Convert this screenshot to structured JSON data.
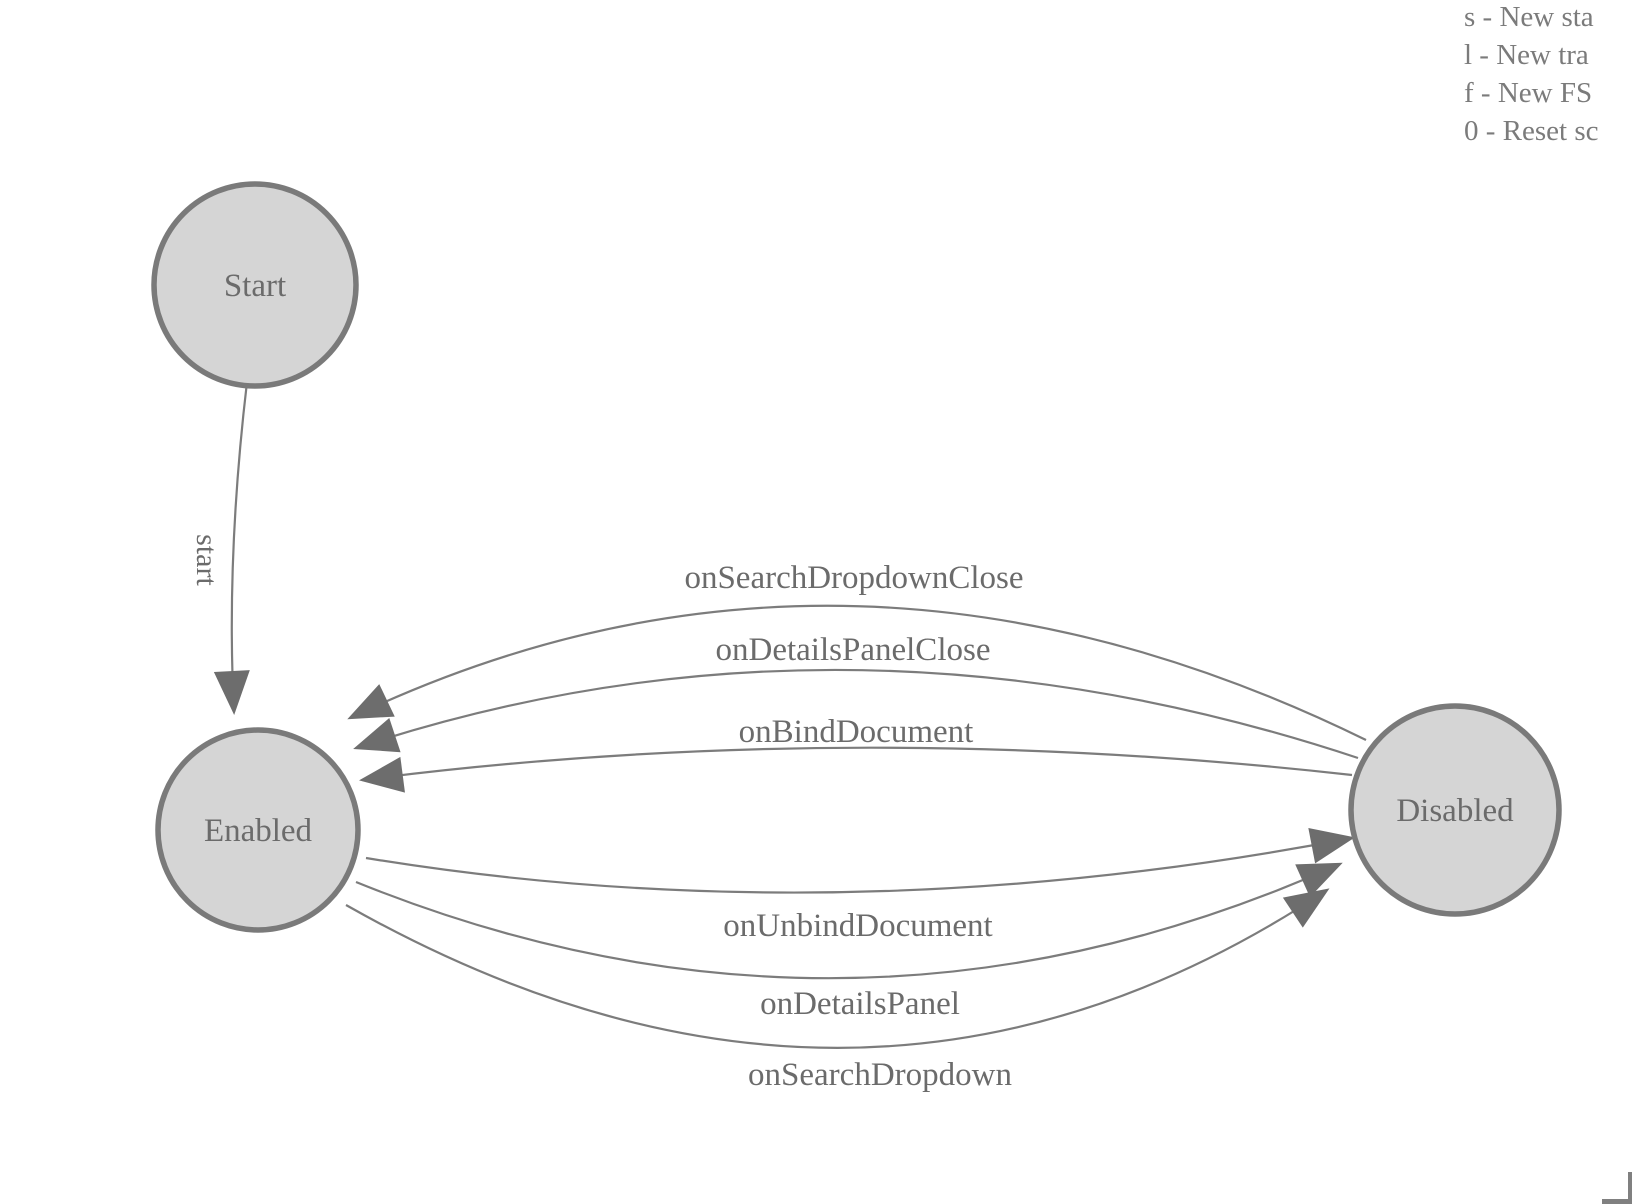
{
  "diagram": {
    "states": [
      {
        "id": "start",
        "label": "Start"
      },
      {
        "id": "enabled",
        "label": "Enabled"
      },
      {
        "id": "disabled",
        "label": "Disabled"
      }
    ],
    "transitions": [
      {
        "label": "start",
        "from": "Start",
        "to": "Enabled"
      },
      {
        "label": "onSearchDropdownClose",
        "from": "Disabled",
        "to": "Enabled"
      },
      {
        "label": "onDetailsPanelClose",
        "from": "Disabled",
        "to": "Enabled"
      },
      {
        "label": "onBindDocument",
        "from": "Disabled",
        "to": "Enabled"
      },
      {
        "label": "onUnbindDocument",
        "from": "Enabled",
        "to": "Disabled"
      },
      {
        "label": "onDetailsPanel",
        "from": "Enabled",
        "to": "Disabled"
      },
      {
        "label": "onSearchDropdown",
        "from": "Enabled",
        "to": "Disabled"
      }
    ]
  },
  "help": {
    "lines": [
      "s - New sta",
      "l - New tra",
      "f - New FS",
      "0 - Reset sc"
    ]
  },
  "colors": {
    "state_fill": "#d5d5d5",
    "state_stroke": "#7a7a7a",
    "edge_stroke": "#7c7c7c",
    "arrowhead": "#6d6d6d",
    "label_text": "#6b6b6b",
    "help_text": "#7b7b7b",
    "corner_mark": "#808080",
    "background": "#ffffff"
  }
}
